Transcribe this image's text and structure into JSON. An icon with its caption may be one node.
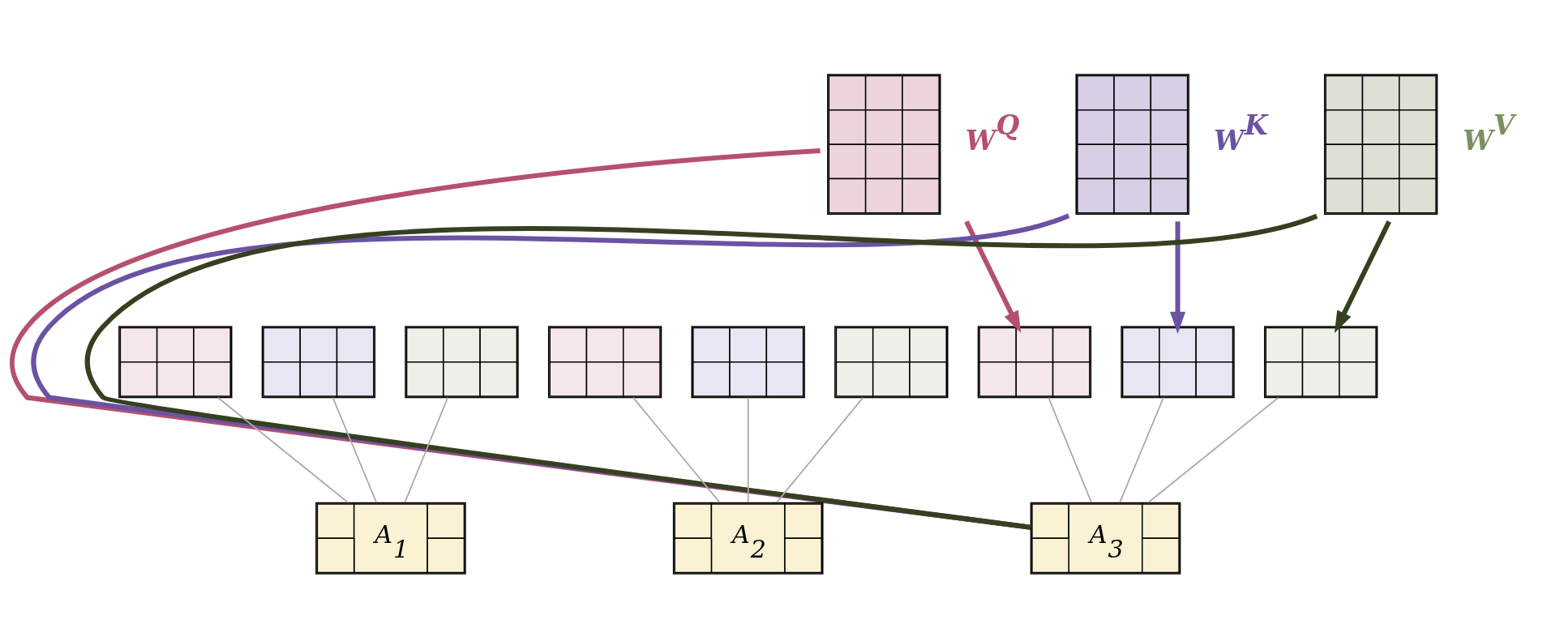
{
  "diagram": {
    "nodes": [
      {
        "text": [],
        "shape": "box",
        "beside": [
          "W$^{Q}$"
        ]
      },
      {
        "text": [],
        "shape": "box",
        "beside": [
          "W$^{K}$"
        ]
      },
      {
        "text": [],
        "shape": "box",
        "beside": [
          "W$^{V}$"
        ]
      },
      {
        "text": [],
        "shape": "box"
      },
      {
        "text": [],
        "shape": "box"
      },
      {
        "text": [],
        "shape": "box"
      },
      {
        "text": [],
        "shape": "box"
      },
      {
        "text": [],
        "shape": "box"
      },
      {
        "text": [],
        "shape": "box"
      },
      {
        "text": [],
        "shape": "box"
      },
      {
        "text": [],
        "shape": "box"
      },
      {
        "text": [],
        "shape": "box"
      },
      {
        "text": [
          "A$_{1}$"
        ]
      },
      {
        "text": [
          "A$_{2}$"
        ]
      },
      {
        "text": [
          "A$_{3}$"
        ]
      }
    ],
    "edges": [
      {
        "from": 3,
        "to": 12,
        "arrow": "none"
      },
      {
        "from": 4,
        "to": 12,
        "arrow": "none"
      },
      {
        "from": 5,
        "to": 12,
        "arrow": "none"
      },
      {
        "from": 6,
        "to": 13,
        "arrow": "none"
      },
      {
        "from": 7,
        "to": 13,
        "arrow": "none"
      },
      {
        "from": 8,
        "to": 13,
        "arrow": "none"
      },
      {
        "from": 9,
        "to": 14,
        "arrow": "none"
      },
      {
        "from": 10,
        "to": 14,
        "arrow": "none"
      },
      {
        "from": 11,
        "to": 14,
        "arrow": "none"
      },
      {
        "from": 0,
        "to": 9,
        "arrow": "to",
        "style": "thick",
        "color": "#b5506e"
      },
      {
        "from": 0,
        "to": 14,
        "arrow": "none",
        "style": "thick",
        "color": "#b5506e"
      },
      {
        "from": 1,
        "to": 10,
        "arrow": "to",
        "style": "thick",
        "color": "#6b52a3"
      },
      {
        "from": 1,
        "to": 14,
        "arrow": "none",
        "style": "thick",
        "color": "#6b52a3"
      },
      {
        "from": 2,
        "to": 11,
        "arrow": "to",
        "style": "thick",
        "color": "#364020"
      },
      {
        "from": 2,
        "to": 14,
        "arrow": "none",
        "style": "thick",
        "color": "#364020"
      }
    ]
  }
}
